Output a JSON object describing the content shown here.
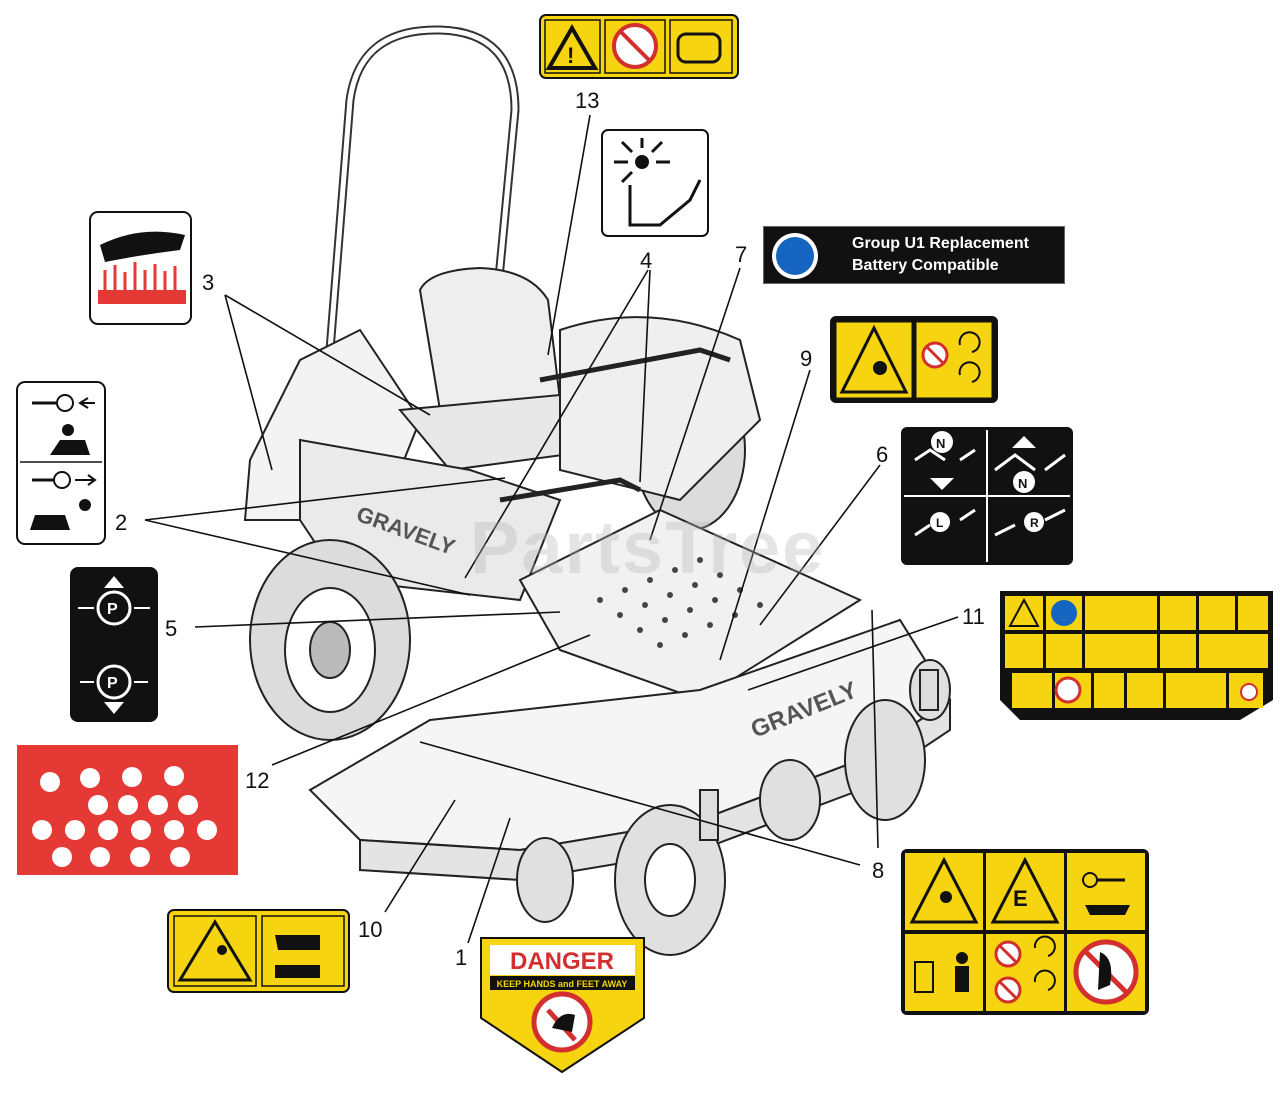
{
  "callouts": [
    {
      "id": "1",
      "label": "1"
    },
    {
      "id": "2",
      "label": "2"
    },
    {
      "id": "3",
      "label": "3"
    },
    {
      "id": "4",
      "label": "4"
    },
    {
      "id": "5",
      "label": "5"
    },
    {
      "id": "6",
      "label": "6"
    },
    {
      "id": "7",
      "label": "7"
    },
    {
      "id": "8",
      "label": "8"
    },
    {
      "id": "9",
      "label": "9"
    },
    {
      "id": "10",
      "label": "10"
    },
    {
      "id": "11",
      "label": "11"
    },
    {
      "id": "12",
      "label": "12"
    },
    {
      "id": "13",
      "label": "13"
    }
  ],
  "battery_decal": {
    "line1": "Group U1 Replacement",
    "line2": "Battery Compatible"
  },
  "danger_decal": {
    "title": "DANGER",
    "subtitle": "KEEP HANDS and FEET AWAY"
  },
  "mower_brand": {
    "side": "GRAVELY",
    "deck": "GRAVELY"
  },
  "watermark": "PartsTree",
  "colors": {
    "safety_yellow": "#f6d40f",
    "danger_red": "#d32f2f",
    "decal_red": "#e53935",
    "ink": "#111111"
  }
}
